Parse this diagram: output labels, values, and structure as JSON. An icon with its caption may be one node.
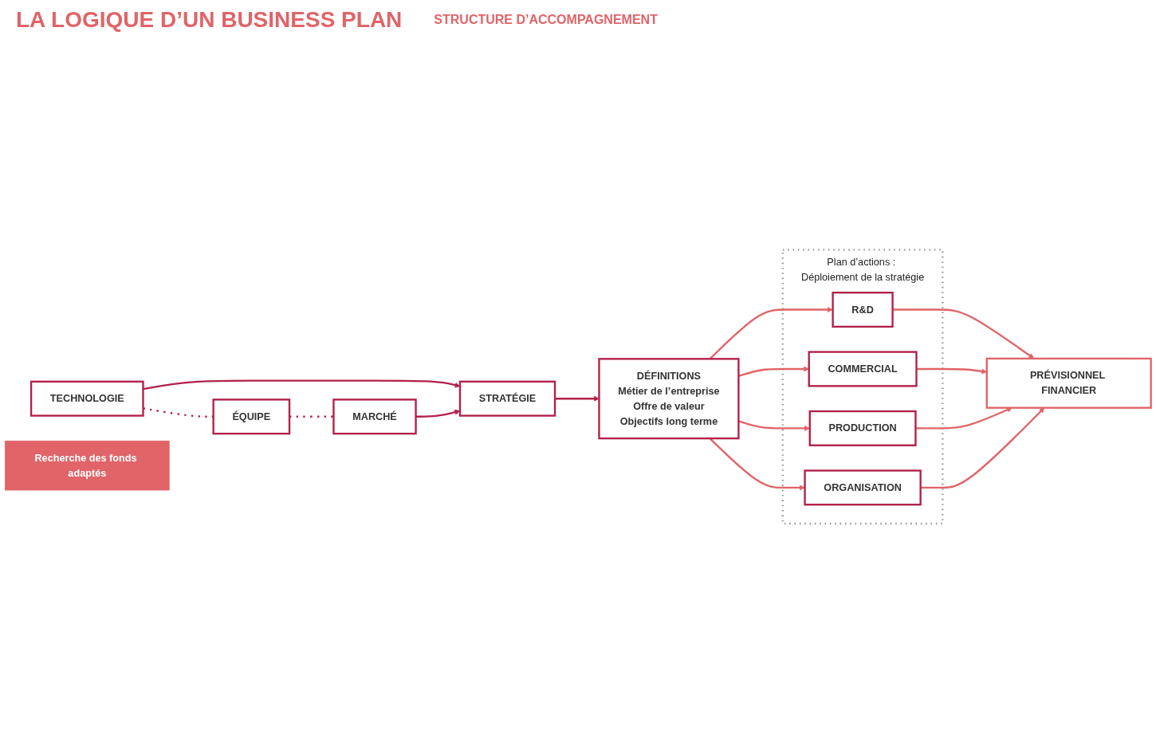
{
  "diagram": {
    "title": "LA LOGIQUE D’UN BUSINESS PLAN",
    "nodes": [
      {
        "text": [
          "TECHNOLOGIE"
        ]
      },
      {
        "text": [
          "ÉQUIPE"
        ]
      },
      {
        "text": [
          "STRATÉGIE"
        ]
      },
      {
        "text": [
          "MARCHÉ"
        ]
      },
      {
        "text": [
          "DÉFINITIONS",
          "Métier de l’entreprise",
          "Offre de valeur",
          "Objectifs long terme"
        ]
      },
      {
        "text": [
          "Plan d’actions : Déploiement de la stratégie"
        ]
      },
      {
        "text": [
          "R&D"
        ],
        "in": 5
      },
      {
        "text": [
          "COMMERCIAL"
        ],
        "in": 5
      },
      {
        "text": [
          "PRODUCTION"
        ],
        "in": 5
      },
      {
        "text": [
          "ORGANISATION"
        ],
        "in": 5
      },
      {
        "text": [
          "PRÉVISIONNEL FINANCIER"
        ]
      },
      {
        "text": [
          "Recherche des fonds adaptés"
        ]
      }
    ],
    "edges": [
      {
        "from": 0,
        "to": 2,
        "arrow": "to",
        "color": "#b22149"
      },
      {
        "from": 3,
        "to": 2,
        "arrow": "to",
        "color": "#b22149"
      },
      {
        "from": 0,
        "to": 1,
        "arrow": "none",
        "style": "dashed",
        "color": "#b22149"
      },
      {
        "from": 1,
        "to": 3,
        "arrow": "none",
        "style": "dashed",
        "color": "#b22149"
      },
      {
        "from": 2,
        "to": 4,
        "arrow": "to",
        "color": "#b22149"
      },
      {
        "from": 4,
        "to": 6,
        "arrow": "to"
      },
      {
        "from": 4,
        "to": 7,
        "arrow": "to"
      },
      {
        "from": 4,
        "to": 8,
        "arrow": "to"
      },
      {
        "from": 4,
        "to": 9,
        "arrow": "to"
      },
      {
        "from": 6,
        "to": 10,
        "arrow": "to"
      },
      {
        "from": 7,
        "to": 10,
        "arrow": "to"
      },
      {
        "from": 8,
        "to": 10,
        "arrow": "to"
      },
      {
        "from": 9,
        "to": 10,
        "arrow": "to"
      }
    ],
    "labels": [
      "STRUCTURE D’ACCOMPAGNEMENT"
    ]
  }
}
